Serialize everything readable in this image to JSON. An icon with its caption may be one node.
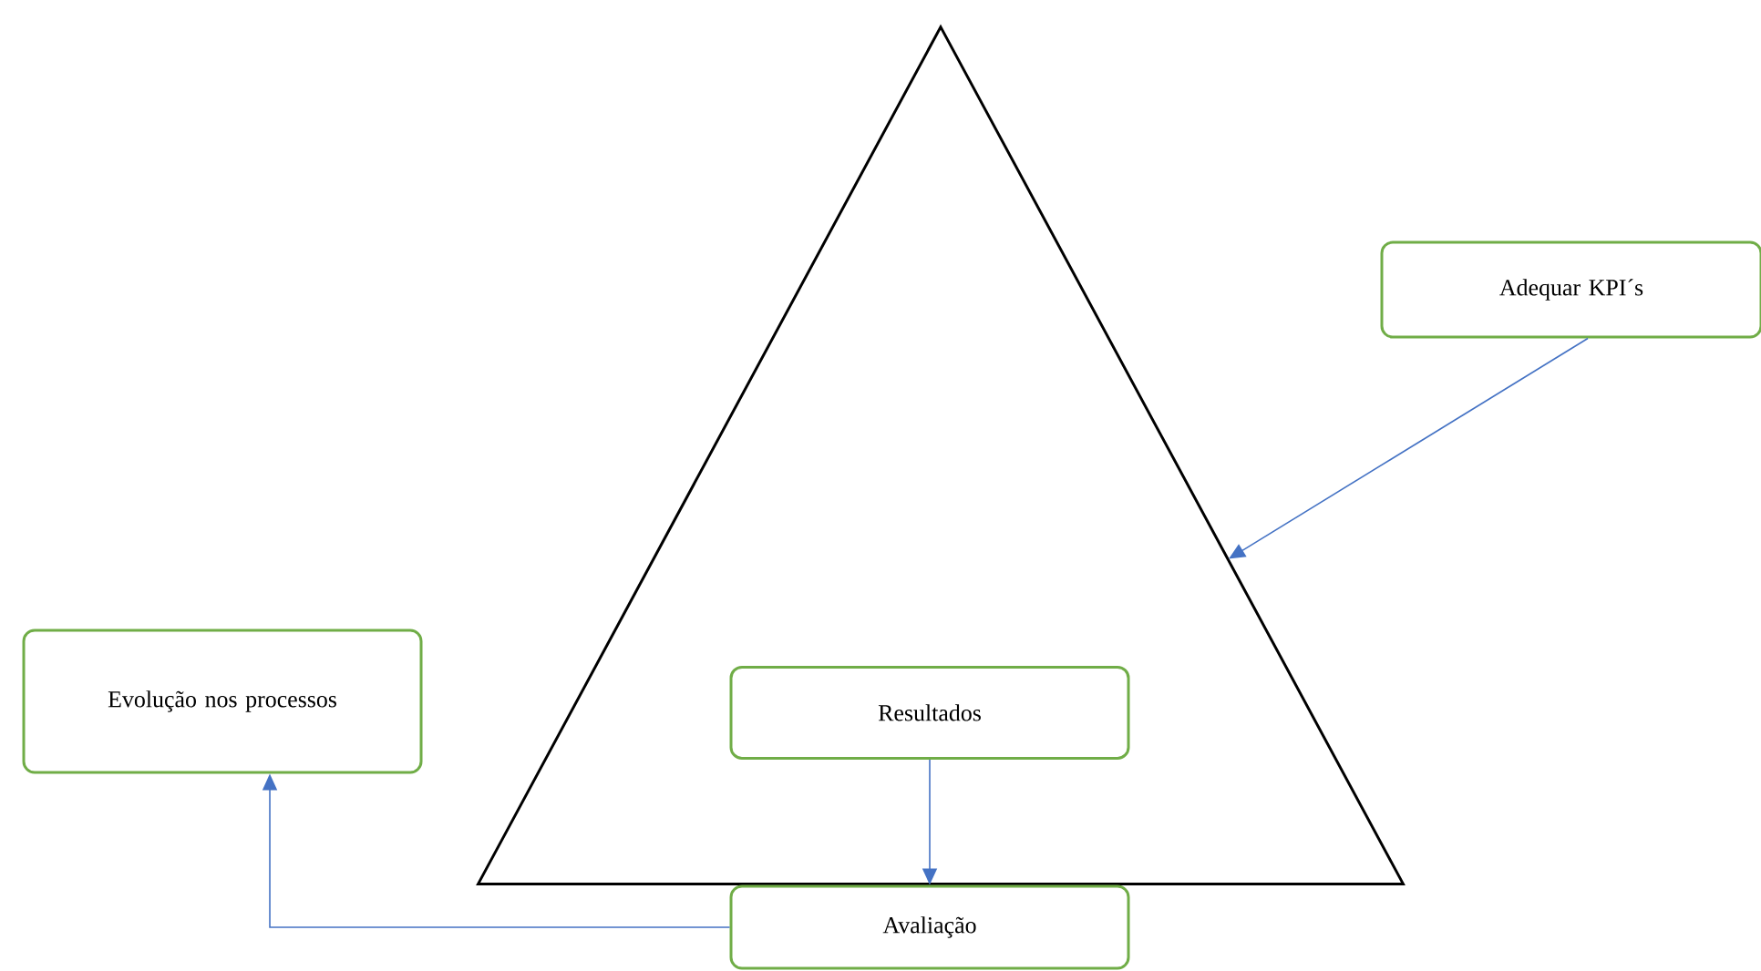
{
  "diagram": {
    "nodes": [
      {
        "text": [],
        "shape": "triangle"
      },
      {
        "text": [
          "Adequar KPI´s"
        ]
      },
      {
        "text": [
          "Evolução nos processos"
        ]
      },
      {
        "text": [
          "Resultados"
        ],
        "in": 0
      },
      {
        "text": [
          "Avaliação"
        ]
      }
    ],
    "edges": [
      {
        "from": 1,
        "to": 0,
        "arrow": "to"
      },
      {
        "from": 3,
        "to": 4,
        "arrow": "to"
      },
      {
        "from": 4,
        "to": 2,
        "arrow": "to"
      }
    ]
  }
}
